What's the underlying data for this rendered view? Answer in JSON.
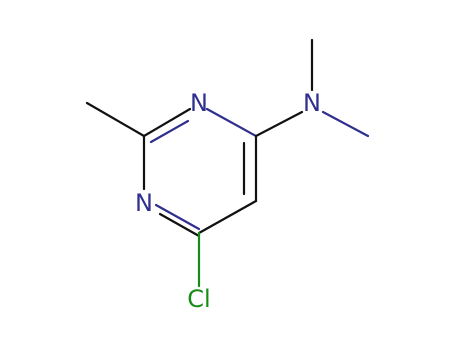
{
  "molecule": {
    "atoms": {
      "n1": "N",
      "n3": "N",
      "amine_n": "N",
      "cl": "Cl"
    },
    "colors": {
      "bond_dark": "#111111",
      "nitrogen": "#2f2f8f",
      "chlorine": "#168c16",
      "background": "#ffffff"
    }
  }
}
